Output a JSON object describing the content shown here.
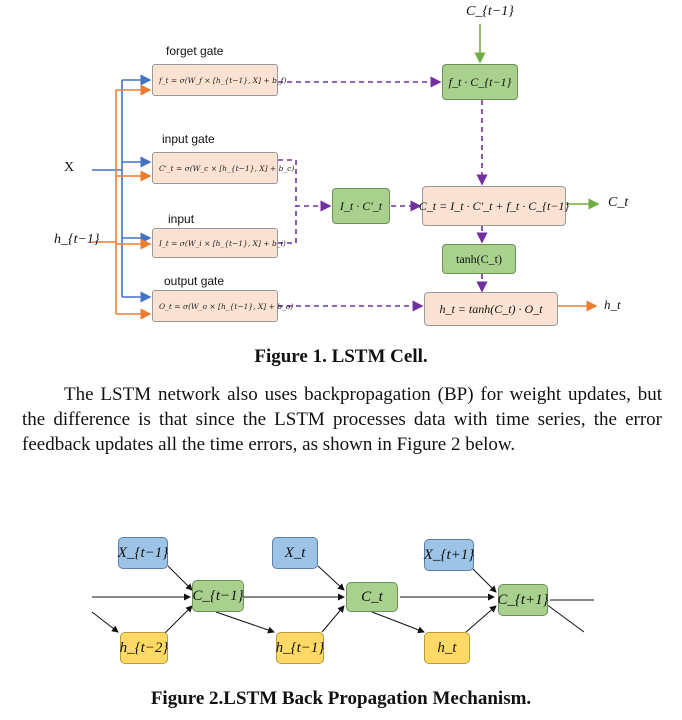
{
  "figure1": {
    "inputs": {
      "ct_prev": "C_{t−1}",
      "x": "X",
      "h_prev": "h_{t−1}"
    },
    "gate_labels": {
      "forget": "forget gate",
      "input_gate": "input gate",
      "input": "input",
      "output": "output gate"
    },
    "gate_formulas": {
      "forget": "f_t = σ(W_f × [h_{t−1}, X] + b_f)",
      "input_gate": "C'_t = σ(W_c × [h_{t−1}, X] + b_c)",
      "input": "I_t = σ(W_i × [h_{t−1}, X] + b_i)",
      "output": "O_t = σ(W_o × [h_{t−1}, X] + b_o)"
    },
    "ops": {
      "forget_product": "f_t · C_{t−1}",
      "input_product": "I_t · C'_t",
      "cell_update": "C_t = I_t · C'_t + f_t · C_{t−1}",
      "tanh": "tanh(C_t)",
      "hidden": "h_t = tanh(C_t) · O_t"
    },
    "outputs": {
      "ct": "C_t",
      "ht": "h_t"
    },
    "caption": "Figure 1.  LSTM Cell."
  },
  "body_text": "The LSTM network also uses backpropagation (BP) for weight updates, but the difference is that since the LSTM processes data with time series, the error feedback updates all the time errors, as shown in Figure 2 below.",
  "figure2": {
    "inputs": [
      "X_{t−1}",
      "X_t",
      "X_{t+1}"
    ],
    "cells": [
      "C_{t−1}",
      "C_t",
      "C_{t+1}"
    ],
    "hidden": [
      "h_{t−2}",
      "h_{t−1}",
      "h_t"
    ],
    "caption": "Figure 2.LSTM Back Propagation Mechanism."
  },
  "colors": {
    "blue_arrow": "#4472c4",
    "orange_arrow": "#ed7d31",
    "purple_dash": "#7030a0",
    "green_arrow": "#70ad47",
    "gate_fill": "#fbe2d3",
    "green_fill": "#a9d18e",
    "blue_fill": "#9dc3e6",
    "yellow_fill": "#ffd966"
  }
}
